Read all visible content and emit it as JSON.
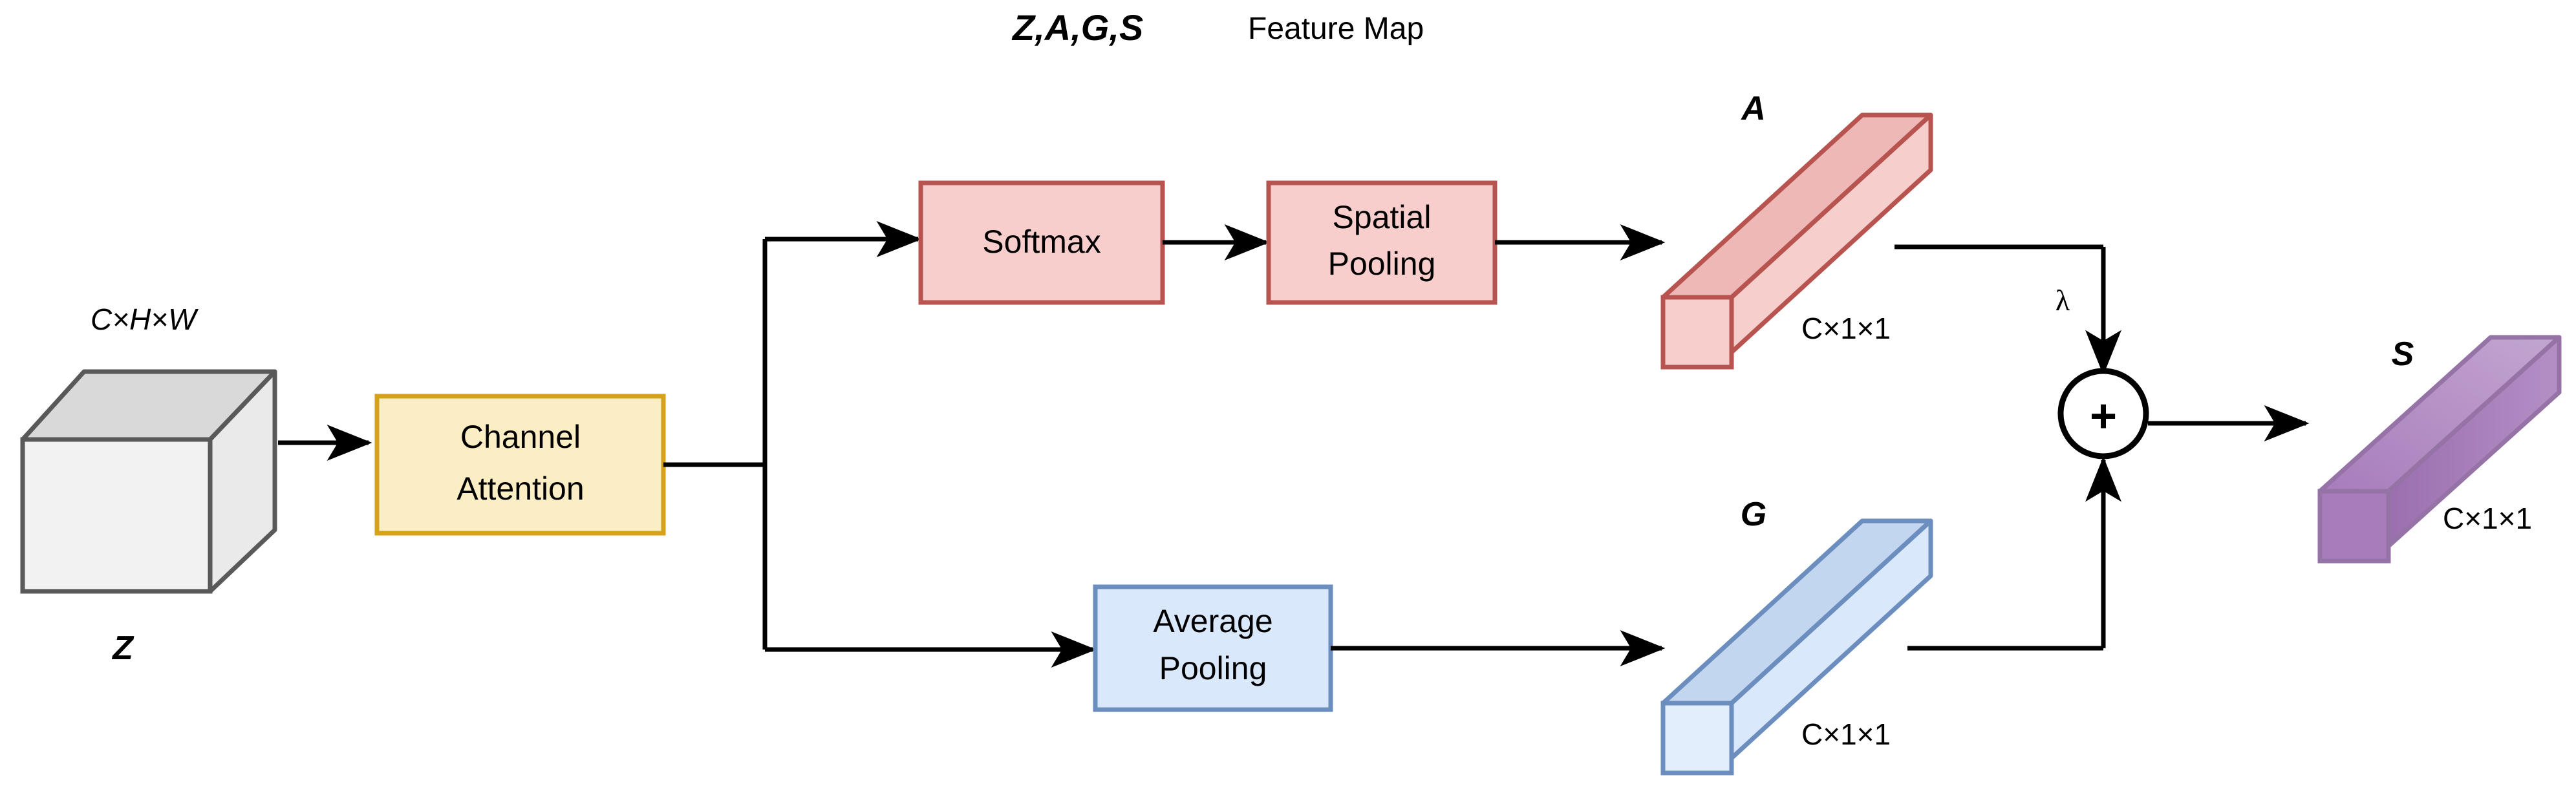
{
  "title": {
    "symbols": "Z,A,G,S",
    "caption": "Feature Map"
  },
  "colors": {
    "cube_front": "#f2f2f2",
    "cube_top": "#d9d9d9",
    "cube_side": "#eaeaea",
    "cube_stroke": "#595959",
    "attention_fill": "#fbeec4",
    "attention_stroke": "#d6a21a",
    "pink_fill": "#f8cecc",
    "pink_stroke": "#b85450",
    "blue_fill": "#dae8fc",
    "blue_stroke": "#6c8ebf",
    "purple_fill": "#b08cc0",
    "purple_stroke": "#9673a6",
    "edge": "#000000"
  },
  "input": {
    "dims": "C×H×W",
    "label": "Z"
  },
  "blocks": {
    "channel_attention": "Channel\nAttention",
    "channel_attention_line1": "Channel",
    "channel_attention_line2": "Attention",
    "softmax": "Softmax",
    "spatial_pooling_line1": "Spatial",
    "spatial_pooling_line2": "Pooling",
    "average_pooling_line1": "Average",
    "average_pooling_line2": "Pooling"
  },
  "tensors": {
    "a": {
      "label": "A",
      "dims": "C×1×1"
    },
    "g": {
      "label": "G",
      "dims": "C×1×1"
    },
    "s": {
      "label": "S",
      "dims": "C×1×1"
    }
  },
  "operator": {
    "symbol": "+",
    "weight_label": "λ"
  }
}
